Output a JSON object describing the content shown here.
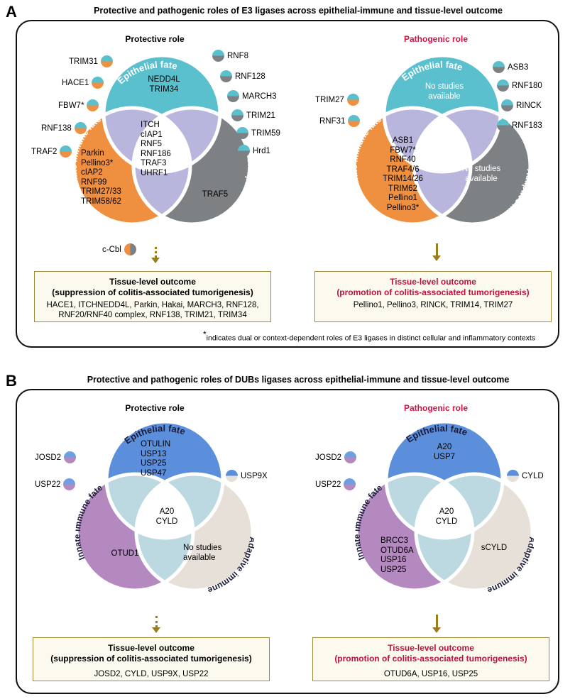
{
  "panelA": {
    "letter": "A",
    "title": "Protective and pathogenic roles of E3 ligases across epithelial-immune and tissue-level outcome",
    "protective": {
      "role_label": "Protective role",
      "venn": {
        "epithelial_label": "Epithelial fate",
        "innate_label": "Innate immune fate",
        "adaptive_label": "Adaptive immune fate",
        "epithelial_only": "NEDD4L\nTRIM34",
        "innate_only": "Parkin\nPellino3*\ncIAP2\nRNF99\nTRIM27/33\nTRIM58/62",
        "adaptive_only": "TRAF5",
        "center": "ITCH\ncIAP1\nRNF5\nRNF186\nTRAF3\nUHRF1"
      },
      "left_satellites": [
        {
          "label": "TRIM31",
          "top": "#5bc0ce",
          "bottom": "#ef9041"
        },
        {
          "label": "HACE1",
          "top": "#5bc0ce",
          "bottom": "#ef9041"
        },
        {
          "label": "FBW7*",
          "top": "#5bc0ce",
          "bottom": "#ef9041"
        },
        {
          "label": "RNF138",
          "top": "#5bc0ce",
          "bottom": "#ef9041"
        },
        {
          "label": "TRAF2",
          "top": "#5bc0ce",
          "bottom": "#ef9041"
        }
      ],
      "right_satellites": [
        {
          "label": "RNF8",
          "top": "#5bc0ce",
          "bottom": "#7d8184"
        },
        {
          "label": "RNF128",
          "top": "#5bc0ce",
          "bottom": "#7d8184"
        },
        {
          "label": "MARCH3",
          "top": "#5bc0ce",
          "bottom": "#7d8184"
        },
        {
          "label": "TRIM21",
          "top": "#5bc0ce",
          "bottom": "#7d8184"
        },
        {
          "label": "TRIM59",
          "top": "#5bc0ce",
          "bottom": "#7d8184"
        },
        {
          "label": "Hrd1",
          "top": "#5bc0ce",
          "bottom": "#7d8184"
        }
      ],
      "bottom_satellite": {
        "label": "c-Cbl",
        "left": "#ef9041",
        "right": "#7d8184"
      },
      "outcome": {
        "title": "Tissue-level outcome",
        "subtitle": "(suppression of colitis-associated tumorigenesis)",
        "body": "HACE1, ITCHNEDD4L, Parkin, Hakai, MARCH3, RNF128,\nRNF20/RNF40 complex, RNF138, TRIM21, TRIM34"
      }
    },
    "pathogenic": {
      "role_label": "Pathogenic role",
      "venn": {
        "epithelial_label": "Epithelial fate",
        "innate_label": "Innate immune fate",
        "adaptive_label": "Adaptive immune",
        "epithelial_only": "No studies\navailable",
        "innate_only": "ASB1\nFBW7*\nRNF40\nTRAF4/6\nTRIM14/26\nTRIM62\nPellino1\nPellino3*",
        "adaptive_only": "No studies\navailable",
        "center": ""
      },
      "left_satellites": [
        {
          "label": "TRIM27",
          "top": "#5bc0ce",
          "bottom": "#ef9041"
        },
        {
          "label": "RNF31",
          "top": "#5bc0ce",
          "bottom": "#ef9041"
        }
      ],
      "right_satellites": [
        {
          "label": "ASB3",
          "top": "#5bc0ce",
          "bottom": "#7d8184"
        },
        {
          "label": "RNF180",
          "top": "#5bc0ce",
          "bottom": "#7d8184"
        },
        {
          "label": "RINCK",
          "top": "#5bc0ce",
          "bottom": "#7d8184"
        },
        {
          "label": "RNF183",
          "top": "#5bc0ce",
          "bottom": "#7d8184"
        }
      ],
      "outcome": {
        "title": "Tissue-level outcome",
        "subtitle": "(promotion of colitis-associated tumorigenesis)",
        "body": "Pellino1, Pellino3, RINCK, TRIM14, TRIM27"
      }
    },
    "footnote": "indicates dual or context-dependent roles of E3 ligases in distinct cellular and inflammatory contexts"
  },
  "panelB": {
    "letter": "B",
    "title": "Protective and pathogenic roles of DUBs ligases across epithelial-immune and tissue-level outcome",
    "protective": {
      "role_label": "Protective role",
      "venn": {
        "epithelial_label": "Epithelial fate",
        "innate_label": "Innate immune fate",
        "adaptive_label": "Adaptive immune",
        "epithelial_only": "OTULIN\nUSP13\nUSP25\nUSP47",
        "innate_only": "OTUD1",
        "adaptive_only": "No studies\navailable",
        "center": "A20\nCYLD"
      },
      "left_satellites": [
        {
          "label": "JOSD2",
          "top": "#6f9fe0",
          "bottom": "#b489c0"
        },
        {
          "label": "USP22",
          "top": "#6f9fe0",
          "bottom": "#b489c0"
        }
      ],
      "right_satellites": [
        {
          "label": "USP9X",
          "top": "#5b8fdb",
          "bottom": "#e7e0d8"
        }
      ],
      "outcome": {
        "title": "Tissue-level outcome",
        "subtitle": "(suppression of colitis-associated tumorigenesis)",
        "body": "JOSD2, CYLD, USP9X, USP22"
      }
    },
    "pathogenic": {
      "role_label": "Pathogenic role",
      "venn": {
        "epithelial_label": "Epithelial fate",
        "innate_label": "Innate immune fate",
        "adaptive_label": "Adaptive immune",
        "epithelial_only": "A20\nUSP7",
        "innate_only": "BRCC3\nOTUD6A\nUSP16\nUSP25",
        "adaptive_only": "sCYLD",
        "center": "A20\nCYLD"
      },
      "left_satellites": [
        {
          "label": "JOSD2",
          "top": "#6f9fe0",
          "bottom": "#b489c0"
        },
        {
          "label": "USP22",
          "top": "#6f9fe0",
          "bottom": "#b489c0"
        }
      ],
      "right_satellites": [
        {
          "label": "CYLD",
          "top": "#5b8fdb",
          "bottom": "#e7e0d8"
        }
      ],
      "outcome": {
        "title": "Tissue-level outcome",
        "subtitle": "(promotion of colitis-associated tumorigenesis)",
        "body": "OTUD6A, USP16, USP25"
      }
    }
  },
  "colors": {
    "teal": "#5bc0ce",
    "orange": "#ef9041",
    "gray": "#7d8184",
    "lavender": "#b8b6dd",
    "blue": "#5b8fdb",
    "purple": "#b489c0",
    "beige": "#e7e0d8",
    "lightteal": "#bcd9e2",
    "pathogenic_red": "#d31145",
    "arrow_gold": "#9a7d1e",
    "box_border": "#a08b3a",
    "box_fill": "#fcfaee"
  }
}
